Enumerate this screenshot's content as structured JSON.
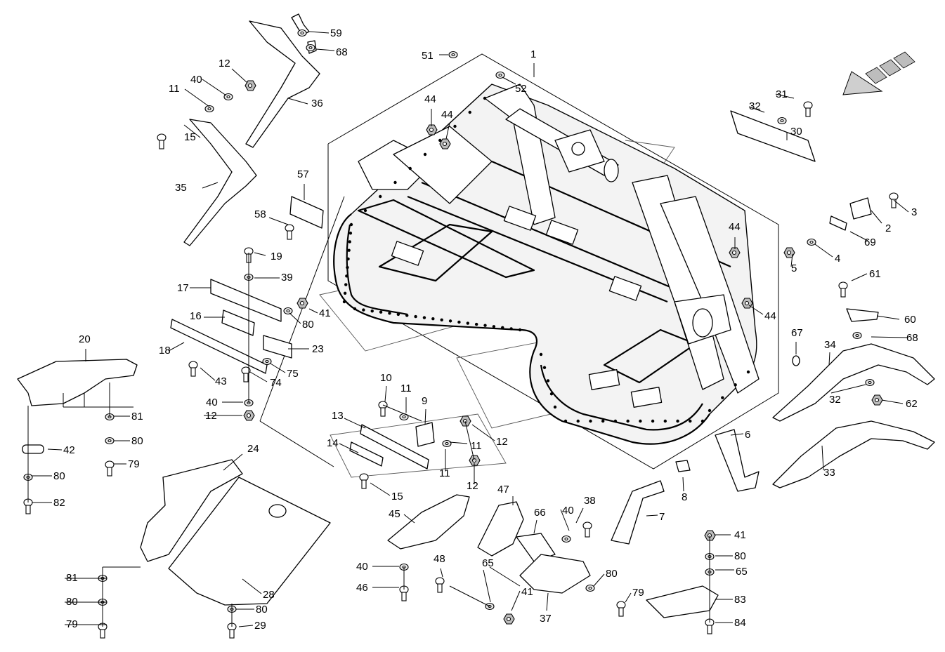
{
  "diagram": {
    "callouts": [
      {
        "id": "p1",
        "label": "1"
      },
      {
        "id": "p2",
        "label": "2"
      },
      {
        "id": "p3",
        "label": "3"
      },
      {
        "id": "p4",
        "label": "4"
      },
      {
        "id": "p5",
        "label": "5"
      },
      {
        "id": "p6",
        "label": "6"
      },
      {
        "id": "p7",
        "label": "7"
      },
      {
        "id": "p8",
        "label": "8"
      },
      {
        "id": "p9",
        "label": "9"
      },
      {
        "id": "p10",
        "label": "10"
      },
      {
        "id": "p11a",
        "label": "11"
      },
      {
        "id": "p11b",
        "label": "11"
      },
      {
        "id": "p11c",
        "label": "11"
      },
      {
        "id": "p11d",
        "label": "11"
      },
      {
        "id": "p12a",
        "label": "12"
      },
      {
        "id": "p12b",
        "label": "12"
      },
      {
        "id": "p12c",
        "label": "12"
      },
      {
        "id": "p12d",
        "label": "12"
      },
      {
        "id": "p13",
        "label": "13"
      },
      {
        "id": "p14",
        "label": "14"
      },
      {
        "id": "p15a",
        "label": "15"
      },
      {
        "id": "p15b",
        "label": "15"
      },
      {
        "id": "p16",
        "label": "16"
      },
      {
        "id": "p17",
        "label": "17"
      },
      {
        "id": "p18",
        "label": "18"
      },
      {
        "id": "p19",
        "label": "19"
      },
      {
        "id": "p20",
        "label": "20"
      },
      {
        "id": "p23",
        "label": "23"
      },
      {
        "id": "p24",
        "label": "24"
      },
      {
        "id": "p28",
        "label": "28"
      },
      {
        "id": "p29",
        "label": "29"
      },
      {
        "id": "p30",
        "label": "30"
      },
      {
        "id": "p31",
        "label": "31"
      },
      {
        "id": "p32a",
        "label": "32"
      },
      {
        "id": "p32b",
        "label": "32"
      },
      {
        "id": "p33",
        "label": "33"
      },
      {
        "id": "p34",
        "label": "34"
      },
      {
        "id": "p35",
        "label": "35"
      },
      {
        "id": "p36",
        "label": "36"
      },
      {
        "id": "p37",
        "label": "37"
      },
      {
        "id": "p38",
        "label": "38"
      },
      {
        "id": "p39",
        "label": "39"
      },
      {
        "id": "p40a",
        "label": "40"
      },
      {
        "id": "p40b",
        "label": "40"
      },
      {
        "id": "p40c",
        "label": "40"
      },
      {
        "id": "p40d",
        "label": "40"
      },
      {
        "id": "p41a",
        "label": "41"
      },
      {
        "id": "p41b",
        "label": "41"
      },
      {
        "id": "p41c",
        "label": "41"
      },
      {
        "id": "p42",
        "label": "42"
      },
      {
        "id": "p43",
        "label": "43"
      },
      {
        "id": "p44a",
        "label": "44"
      },
      {
        "id": "p44b",
        "label": "44"
      },
      {
        "id": "p44c",
        "label": "44"
      },
      {
        "id": "p44d",
        "label": "44"
      },
      {
        "id": "p45",
        "label": "45"
      },
      {
        "id": "p46",
        "label": "46"
      },
      {
        "id": "p47",
        "label": "47"
      },
      {
        "id": "p48",
        "label": "48"
      },
      {
        "id": "p51",
        "label": "51"
      },
      {
        "id": "p52",
        "label": "52"
      },
      {
        "id": "p57",
        "label": "57"
      },
      {
        "id": "p58",
        "label": "58"
      },
      {
        "id": "p59",
        "label": "59"
      },
      {
        "id": "p60",
        "label": "60"
      },
      {
        "id": "p61",
        "label": "61"
      },
      {
        "id": "p62",
        "label": "62"
      },
      {
        "id": "p65a",
        "label": "65"
      },
      {
        "id": "p65b",
        "label": "65"
      },
      {
        "id": "p66",
        "label": "66"
      },
      {
        "id": "p67",
        "label": "67"
      },
      {
        "id": "p68a",
        "label": "68"
      },
      {
        "id": "p68b",
        "label": "68"
      },
      {
        "id": "p69",
        "label": "69"
      },
      {
        "id": "p74",
        "label": "74"
      },
      {
        "id": "p75",
        "label": "75"
      },
      {
        "id": "p79a",
        "label": "79"
      },
      {
        "id": "p79b",
        "label": "79"
      },
      {
        "id": "p79c",
        "label": "79"
      },
      {
        "id": "p80a",
        "label": "80"
      },
      {
        "id": "p80b",
        "label": "80"
      },
      {
        "id": "p80c",
        "label": "80"
      },
      {
        "id": "p80d",
        "label": "80"
      },
      {
        "id": "p80e",
        "label": "80"
      },
      {
        "id": "p80f",
        "label": "80"
      },
      {
        "id": "p80g",
        "label": "80"
      },
      {
        "id": "p81a",
        "label": "81"
      },
      {
        "id": "p81b",
        "label": "81"
      },
      {
        "id": "p82",
        "label": "82"
      },
      {
        "id": "p83",
        "label": "83"
      },
      {
        "id": "p84",
        "label": "84"
      }
    ]
  },
  "icons": {
    "direction": "direction-arrow-icon"
  }
}
